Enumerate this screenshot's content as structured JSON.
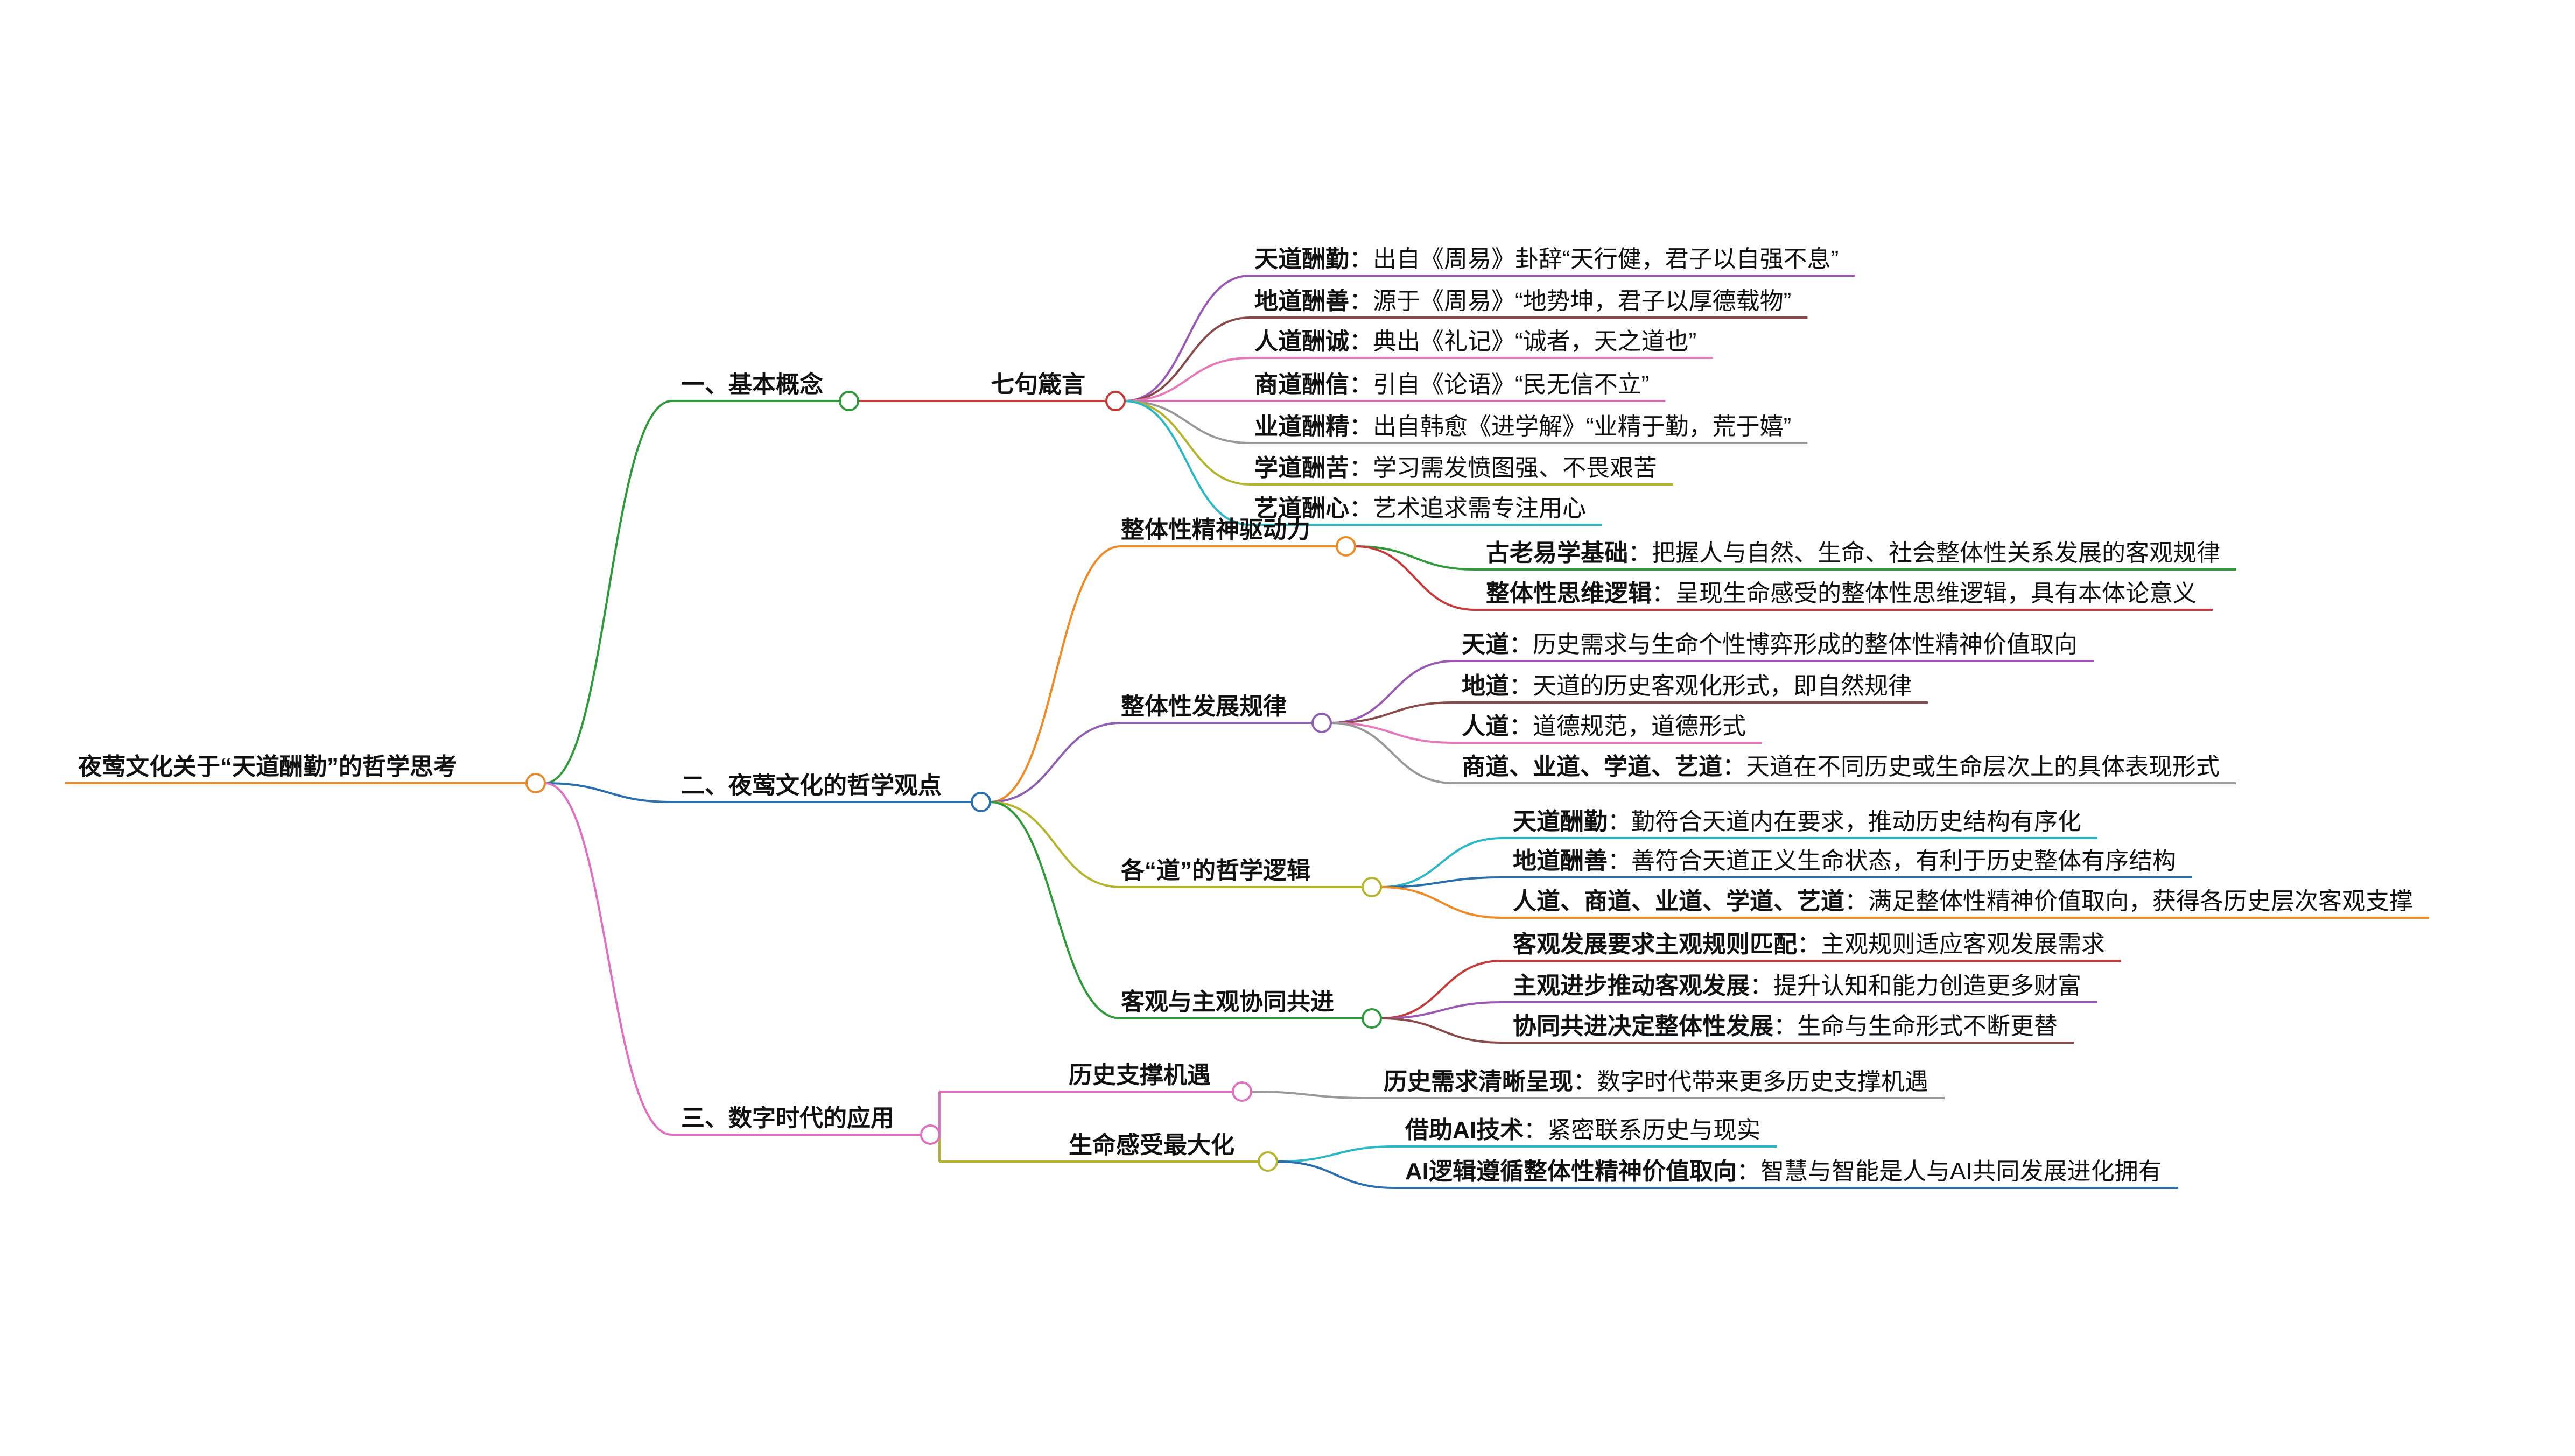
{
  "root": {
    "label": "夜莺文化关于“天道酬勤”的哲学思考",
    "color": "#e8892b"
  },
  "branches": [
    {
      "label": "一、基本概念",
      "color": "#2f9a3a",
      "children": [
        {
          "label": "七句箴言",
          "color": "#c73a3a",
          "children": [
            {
              "term": "天道酬勤",
              "desc": "出自《周易》卦辞“天行健，君子以自强不息”",
              "color": "#9b59b6"
            },
            {
              "term": "地道酬善",
              "desc": "源于《周易》“地势坤，君子以厚德载物”",
              "color": "#8b4a4a"
            },
            {
              "term": "人道酬诚",
              "desc": "典出《礼记》“诚者，天之道也”",
              "color": "#e879b9"
            },
            {
              "term": "商道酬信",
              "desc": "引自《论语》“民无信不立”",
              "color": "#d36bb0"
            },
            {
              "term": "业道酬精",
              "desc": "出自韩愈《进学解》“业精于勤，荒于嬉”",
              "color": "#999999"
            },
            {
              "term": "学道酬苦",
              "desc": "学习需发愤图强、不畏艰苦",
              "color": "#b5b52d"
            },
            {
              "term": "艺道酬心",
              "desc": "艺术追求需专注用心",
              "color": "#2bb7c6"
            }
          ]
        }
      ]
    },
    {
      "label": "二、夜莺文化的哲学观点",
      "color": "#2a6fb0",
      "children": [
        {
          "label": "整体性精神驱动力",
          "color": "#f08a24",
          "children": [
            {
              "term": "古老易学基础",
              "desc": "把握人与自然、生命、社会整体性关系发展的客观规律",
              "color": "#2f9a3a"
            },
            {
              "term": "整体性思维逻辑",
              "desc": "呈现生命感受的整体性思维逻辑，具有本体论意义",
              "color": "#c73a3a"
            }
          ]
        },
        {
          "label": "整体性发展规律",
          "color": "#8e5fb0",
          "children": [
            {
              "term": "天道",
              "desc": "历史需求与生命个性博弈形成的整体性精神价值取向",
              "color": "#9b59b6"
            },
            {
              "term": "地道",
              "desc": "天道的历史客观化形式，即自然规律",
              "color": "#8b4a4a"
            },
            {
              "term": "人道",
              "desc": "道德规范，道德形式",
              "color": "#e879b9"
            },
            {
              "term": "商道、业道、学道、艺道",
              "desc": "天道在不同历史或生命层次上的具体表现形式",
              "color": "#999999"
            }
          ]
        },
        {
          "label": "各“道”的哲学逻辑",
          "color": "#b5b52d",
          "children": [
            {
              "term": "天道酬勤",
              "desc": "勤符合天道内在要求，推动历史结构有序化",
              "color": "#2bb7c6"
            },
            {
              "term": "地道酬善",
              "desc": "善符合天道正义生命状态，有利于历史整体有序结构",
              "color": "#2a6fb0"
            },
            {
              "term": "人道、商道、业道、学道、艺道",
              "desc": "满足整体性精神价值取向，获得各历史层次客观支撑",
              "color": "#f08a24"
            }
          ]
        },
        {
          "label": "客观与主观协同共进",
          "color": "#2f9a3a",
          "children": [
            {
              "term": "客观发展要求主观规则匹配",
              "desc": "主观规则适应客观发展需求",
              "color": "#c73a3a"
            },
            {
              "term": "主观进步推动客观发展",
              "desc": "提升认知和能力创造更多财富",
              "color": "#9b59b6"
            },
            {
              "term": "协同共进决定整体性发展",
              "desc": "生命与生命形式不断更替",
              "color": "#8b4a4a"
            }
          ]
        }
      ]
    },
    {
      "label": "三、数字时代的应用",
      "color": "#e06fc0",
      "children": [
        {
          "label": "历史支撑机遇",
          "color": "#e06fc0",
          "children": [
            {
              "term": "历史需求清晰呈现",
              "desc": "数字时代带来更多历史支撑机遇",
              "color": "#999999"
            }
          ]
        },
        {
          "label": "生命感受最大化",
          "color": "#b5b52d",
          "children": [
            {
              "term": "借助AI技术",
              "desc": "紧密联系历史与现实",
              "color": "#2bb7c6"
            },
            {
              "term": "AI逻辑遵循整体性精神价值取向",
              "desc": "智慧与智能是人与AI共同发展进化拥有",
              "color": "#2a6fb0"
            }
          ]
        }
      ]
    }
  ]
}
